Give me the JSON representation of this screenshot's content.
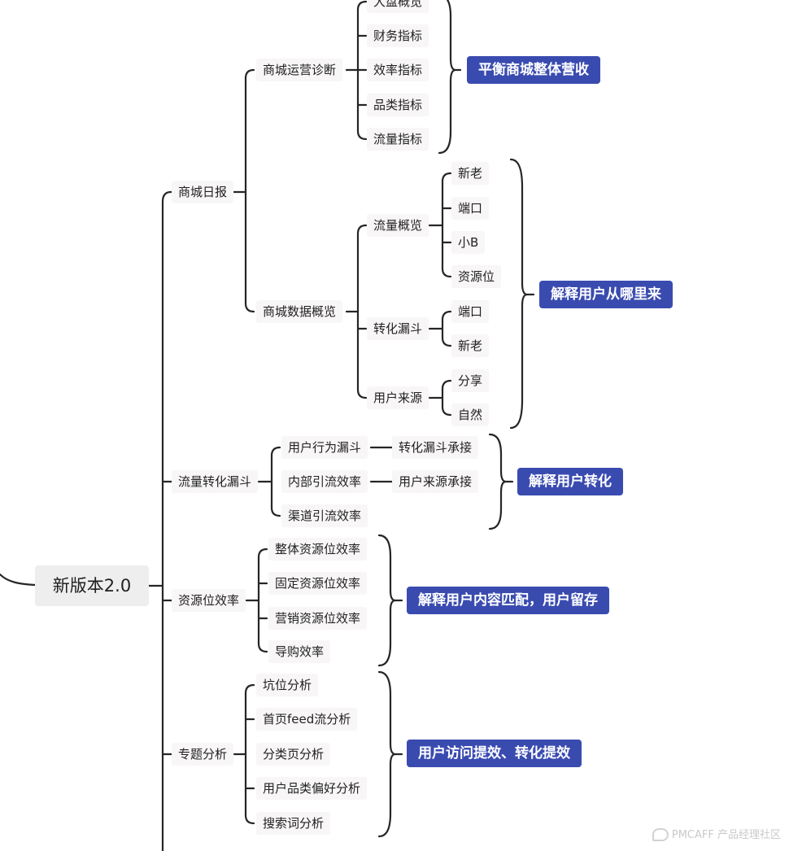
{
  "root": {
    "label": "新版本2.0"
  },
  "branches": {
    "mall_daily": {
      "label": "商城日报",
      "ops_diagnosis": {
        "label": "商城运营诊断",
        "items": [
          "大盘概览",
          "财务指标",
          "效率指标",
          "品类指标",
          "流量指标"
        ]
      },
      "data_overview": {
        "label": "商城数据概览",
        "traffic_overview": {
          "label": "流量概览",
          "items": [
            "新老",
            "端口",
            "小B",
            "资源位"
          ]
        },
        "conversion_funnel": {
          "label": "转化漏斗",
          "items": [
            "端口",
            "新老"
          ]
        },
        "user_source": {
          "label": "用户来源",
          "items": [
            "分享",
            "自然"
          ]
        }
      }
    },
    "traffic_funnel": {
      "label": "流量转化漏斗",
      "items": [
        {
          "label": "用户行为漏斗",
          "child": "转化漏斗承接"
        },
        {
          "label": "内部引流效率",
          "child": "用户来源承接"
        },
        {
          "label": "渠道引流效率",
          "child": ""
        }
      ]
    },
    "resource_efficiency": {
      "label": "资源位效率",
      "items": [
        "整体资源位效率",
        "固定资源位效率",
        "营销资源位效率",
        "导购效率"
      ]
    },
    "topic_analysis": {
      "label": "专题分析",
      "items": [
        "坑位分析",
        "首页feed流分析",
        "分类页分析",
        "用户品类偏好分析",
        "搜索词分析"
      ]
    }
  },
  "summaries": {
    "balance_revenue": "平衡商城整体营收",
    "explain_source": "解释用户从哪里来",
    "explain_conversion": "解释用户转化",
    "explain_retention": "解释用户内容匹配，用户留存",
    "visit_efficiency": "用户访问提效、转化提效"
  },
  "watermark": "PMCAFF 产品经理社区",
  "colors": {
    "tag_bg": "#3a4bb0",
    "line": "#262626"
  }
}
